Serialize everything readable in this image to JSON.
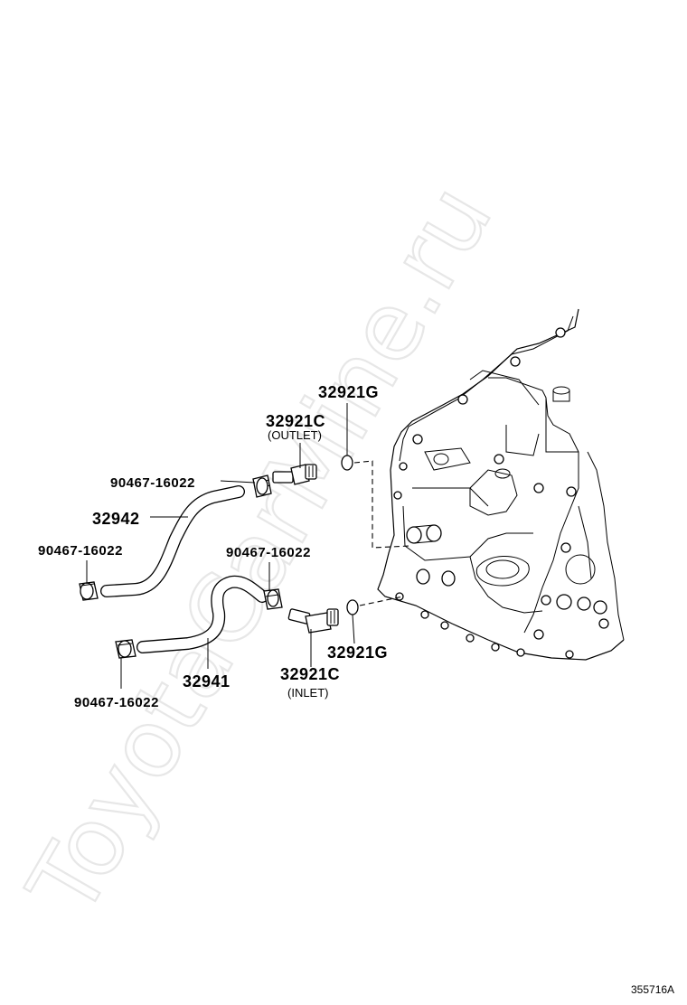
{
  "watermark": "ToyotaCarMine.ru",
  "diagram_ref": "355716A",
  "callouts": {
    "o_ring_top": "32921G",
    "outlet_union": "32921C",
    "outlet_note": "(OUTLET)",
    "clip_outlet": "90467-16022",
    "hose_upper": "32942",
    "clip_upper_end": "90467-16022",
    "clip_inlet": "90467-16022",
    "o_ring_bottom": "32921G",
    "inlet_union": "32921C",
    "inlet_note": "(INLET)",
    "hose_lower": "32941",
    "clip_lower_end": "90467-16022"
  }
}
